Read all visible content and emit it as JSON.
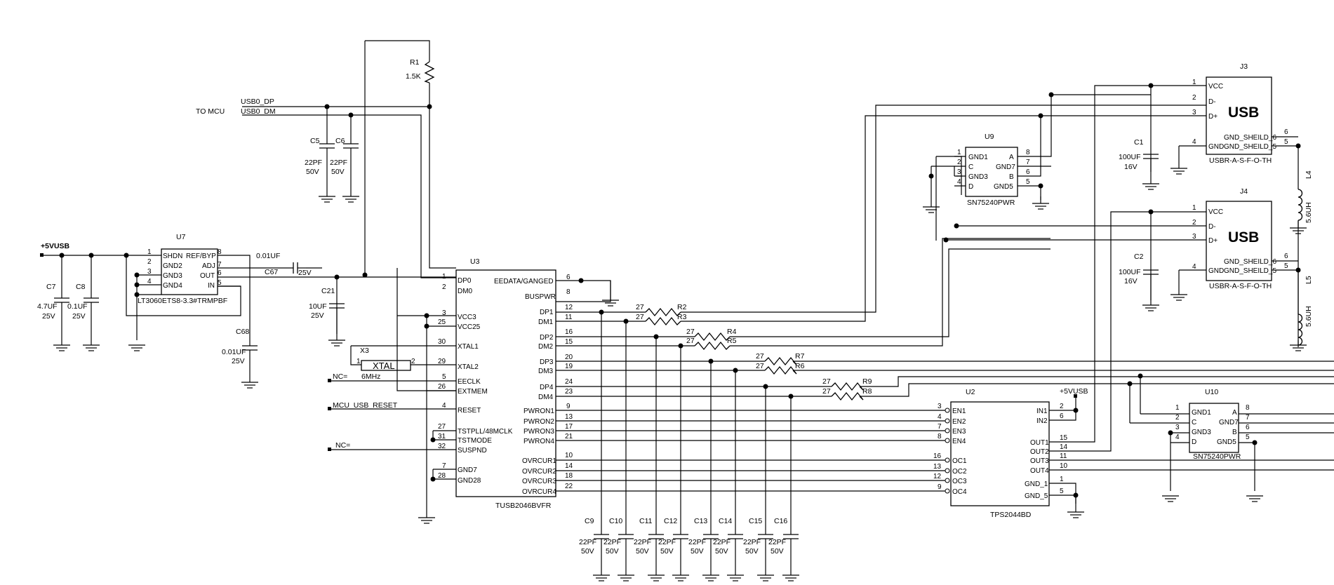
{
  "labels": {
    "r1": "R1",
    "r1_val": "1.5K",
    "usb0_dp": "USB0_DP",
    "usb0_dm": "USB0_DM",
    "to_mcu": "TO MCU",
    "c5": "C5",
    "c6": "C6",
    "c5_v1": "22PF",
    "c5_v2": "50V",
    "c6_v1": "22PF",
    "c6_v2": "50V",
    "vusb_left": "+5VUSB",
    "c7": "C7",
    "c7_v1": "4.7UF",
    "c7_v2": "25V",
    "c8": "C8",
    "c8_v1": "0.1UF",
    "c8_v2": "25V",
    "u7": "U7",
    "u7_part": "LT3060ETS8-3.3#TRMPBF",
    "u7_shdn": "SHDN",
    "u7_gnd2": "GND2",
    "u7_gnd3": "GND3",
    "u7_gnd4": "GND4",
    "u7_ref": "REF/BYP",
    "u7_adj": "ADJ",
    "u7_out": "OUT",
    "u7_in": "IN",
    "c67_val": "0.01UF",
    "c67": "C67",
    "c67_v": "25V",
    "c68": "C68",
    "c68_v1": "0.01UF",
    "c68_v2": "25V",
    "c21": "C21",
    "c21_v1": "10UF",
    "c21_v2": "25V",
    "x3": "X3",
    "xtal": "XTAL",
    "xtal_freq": "6MHz",
    "nc1": "NC=",
    "nc2": "NC=",
    "mcu_reset": "MCU_USB_RESET",
    "u3": "U3",
    "u3_part": "TUSB2046BVFR",
    "dp0": "DP0",
    "dm0": "DM0",
    "vcc3": "VCC3",
    "vcc25": "VCC25",
    "xtal1": "XTAL1",
    "xtal2": "XTAL2",
    "eeclk": "EECLK",
    "extmem": "EXTMEM",
    "reset": "RESET",
    "tstpll": "TSTPLL/48MCLK",
    "tstmode": "TSTMODE",
    "suspnd": "SUSPND",
    "gnd7": "GND7",
    "gnd28": "GND28",
    "eedata": "EEDATA/GANGED",
    "buspwr": "BUSPWR",
    "dp1": "DP1",
    "dm1": "DM1",
    "dp2": "DP2",
    "dm2": "DM2",
    "dp3": "DP3",
    "dm3": "DM3",
    "dp4": "DP4",
    "dm4": "DM4",
    "pwron1": "PWRON1",
    "pwron2": "PWRON2",
    "pwron3": "PWRON3",
    "pwron4": "PWRON4",
    "ovrcur1": "OVRCUR1",
    "ovrcur2": "OVRCUR2",
    "ovrcur3": "OVRCUR3",
    "ovrcur4": "OVRCUR4",
    "r2": "R2",
    "r3": "R3",
    "r4": "R4",
    "r5": "R5",
    "r6": "R6",
    "r7": "R7",
    "r8": "R8",
    "r9": "R9",
    "r27": "27",
    "c9": "C9",
    "c10": "C10",
    "c11": "C11",
    "c12": "C12",
    "c13": "C13",
    "c14": "C14",
    "c15": "C15",
    "c16": "C16",
    "cap22": "22PF",
    "cap50": "50V",
    "u2": "U2",
    "u2_part": "TPS2044BD",
    "vusb_u2": "+5VUSB",
    "en1": "EN1",
    "en2": "EN2",
    "en3": "EN3",
    "en4": "EN4",
    "oc1": "OC1",
    "oc2": "OC2",
    "oc3": "OC3",
    "oc4": "OC4",
    "in1": "IN1",
    "in2": "IN2",
    "out1": "OUT1",
    "out2": "OUT2",
    "out3": "OUT3",
    "out4": "OUT4",
    "gnd_1": "GND_1",
    "gnd_5": "GND_5",
    "u9": "U9",
    "u9_part": "SN75240PWR",
    "u10": "U10",
    "u10_part": "SN75240PWR",
    "sn_gnd1": "GND1",
    "sn_c": "C",
    "sn_gnd3": "GND3",
    "sn_d": "D",
    "sn_a": "A",
    "sn_gnd7": "GND7",
    "sn_b": "B",
    "sn_gnd5": "GND5",
    "j3": "J3",
    "j4": "J4",
    "usb": "USB",
    "usb_part": "USBR-A-S-F-O-TH",
    "vcc": "VCC",
    "dminus": "D-",
    "dplus": "D+",
    "gnd": "GND",
    "gnd_sh6": "GND_SHEILD_6",
    "gnd_sh5": "GND_SHEILD_5",
    "c1": "C1",
    "c2": "C2",
    "c100uf": "100UF",
    "c16v": "16V",
    "l4": "L4",
    "l5": "L5",
    "l_val": "5.6UH"
  },
  "pins": {
    "p1": "1",
    "p2": "2",
    "p3": "3",
    "p4": "4",
    "p5": "5",
    "p6": "6",
    "p7": "7",
    "p8": "8",
    "p9": "9",
    "p10": "10",
    "p11": "11",
    "p12": "12",
    "p13": "13",
    "p14": "14",
    "p15": "15",
    "p16": "16",
    "p17": "17",
    "p18": "18",
    "p19": "19",
    "p20": "20",
    "p21": "21",
    "p22": "22",
    "p23": "23",
    "p24": "24",
    "p25": "25",
    "p26": "26",
    "p27": "27",
    "p28": "28",
    "p29": "29",
    "p30": "30",
    "p31": "31",
    "p32": "32"
  }
}
